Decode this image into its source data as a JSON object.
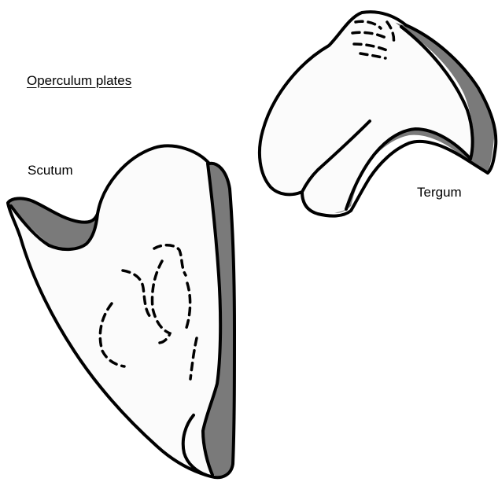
{
  "figure": {
    "title": "Operculum plates",
    "labels": {
      "scutum": "Scutum",
      "tergum": "Tergum"
    },
    "colors": {
      "background": "#ffffff",
      "plate_fill": "#fbfbfb",
      "plate_shadow": "#7a7a7a",
      "outline": "#000000"
    }
  }
}
